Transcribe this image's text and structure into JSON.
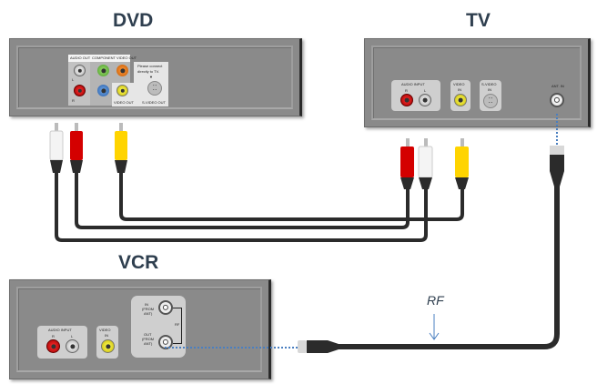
{
  "devices": {
    "dvd": {
      "title": "DVD",
      "audio_out_label": "AUDIO OUT",
      "component_label": "COMPONENT VIDEO OUT",
      "note": "Please connect directly to TV.",
      "note_line1": "Please connect",
      "note_line2": "directly to TV.",
      "left_label": "L",
      "right_label": "R",
      "video_out_label": "VIDEO OUT",
      "svideo_out_label": "S-VIDEO OUT",
      "arrow_glyph": "▼"
    },
    "tv": {
      "title": "TV",
      "audio_input_label": "AUDIO  INPUT",
      "right_label": "R",
      "left_label": "L",
      "video_label": "VIDEO",
      "video_in_label": "IN",
      "svideo_label": "S-VIDEO",
      "svideo_in_label": "IN",
      "ant_in_label": "ANT. IN"
    },
    "vcr": {
      "title": "VCR",
      "audio_input_label": "AUDIO  INPUT",
      "right_label": "R",
      "left_label": "L",
      "video_label": "VIDEO",
      "video_in_label": "IN",
      "in_label_1": "IN",
      "in_label_2": "(FROM",
      "in_label_3": "ANT)",
      "out_label_1": "OUT",
      "out_label_2": "(FROM",
      "out_label_3": "ANT)",
      "rf_small_label": "RF"
    }
  },
  "cables": {
    "rca_colors": {
      "white": "#f2f2f2",
      "red": "#d40000",
      "yellow": "#ffd400"
    },
    "cable_color": "#2b2b2b",
    "signal_line_color": "#4a7fc0"
  },
  "annotations": {
    "rf_label": "RF",
    "rf_arrow": "↓"
  }
}
